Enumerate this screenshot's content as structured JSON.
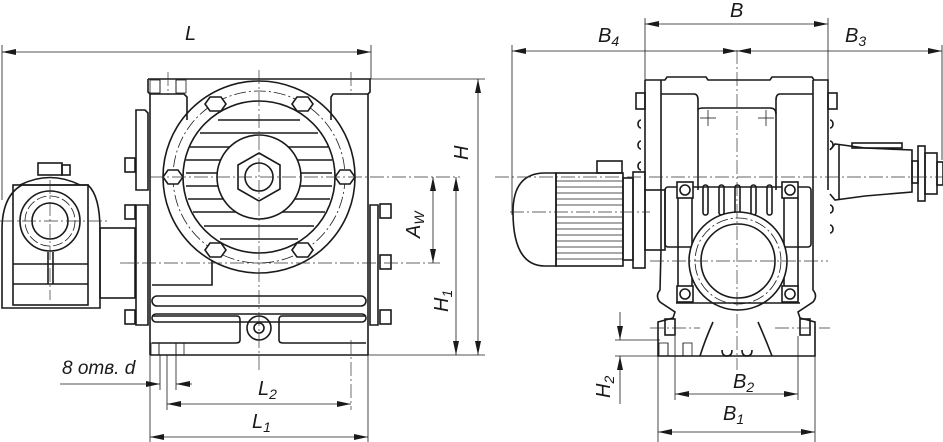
{
  "drawing": {
    "subject": "worm gear reducer with motor — dimensional drawing",
    "views": [
      "front-view",
      "side-view"
    ]
  },
  "front_view": {
    "labels": {
      "L": {
        "main": "L",
        "sub": ""
      },
      "H": {
        "main": "H",
        "sub": ""
      },
      "Aw": {
        "main": "A",
        "sub": "W"
      },
      "H1": {
        "main": "H",
        "sub": "1"
      },
      "L1": {
        "main": "L",
        "sub": "1"
      },
      "L2": {
        "main": "L",
        "sub": "2"
      },
      "holes": "8 отв. d"
    }
  },
  "side_view": {
    "labels": {
      "B": {
        "main": "B",
        "sub": ""
      },
      "B3": {
        "main": "B",
        "sub": "3"
      },
      "B4": {
        "main": "B",
        "sub": "4"
      },
      "B1": {
        "main": "B",
        "sub": "1"
      },
      "B2": {
        "main": "B",
        "sub": "2"
      },
      "H2": {
        "main": "H",
        "sub": "2"
      }
    }
  }
}
